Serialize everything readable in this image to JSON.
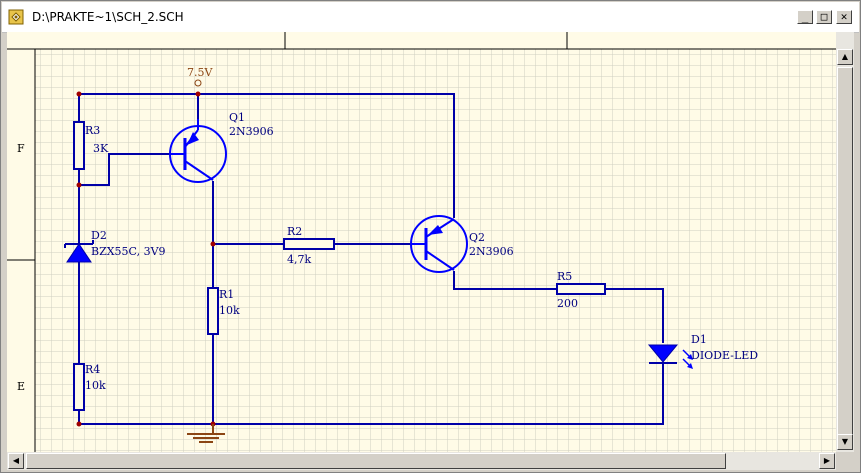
{
  "window": {
    "title": "D:\\PRAKTE~1\\SCH_2.SCH",
    "minimize_glyph": "_",
    "maximize_glyph": "□",
    "close_glyph": "✕"
  },
  "sheet": {
    "zone_labels": [
      "F",
      "E"
    ],
    "net_label": "7.5V"
  },
  "components": {
    "q1": {
      "ref": "Q1",
      "value": "2N3906"
    },
    "q2": {
      "ref": "Q2",
      "value": "2N3906"
    },
    "r1": {
      "ref": "R1",
      "value": "10k"
    },
    "r2": {
      "ref": "R2",
      "value": "4,7k"
    },
    "r3": {
      "ref": "R3",
      "value": "3K"
    },
    "r4": {
      "ref": "R4",
      "value": "10k"
    },
    "r5": {
      "ref": "R5",
      "value": "200"
    },
    "d1": {
      "ref": "D1",
      "value": "DIODE-LED"
    },
    "d2": {
      "ref": "D2",
      "value": "BZX55C, 3V9"
    }
  },
  "scrollbars": {
    "up_arrow": "▲",
    "down_arrow": "▼",
    "left_arrow": "◀",
    "right_arrow": "▶"
  },
  "colors": {
    "sheet_background": "#fffbe7",
    "grid": "#cfcfc0",
    "wire": "#0000a8",
    "component_symbol": "#0000ff",
    "power_symbol": "#8b4513"
  },
  "icons": {
    "app": "schematic-doc-icon",
    "ground": "ground-icon",
    "power_port": "power-port-icon"
  }
}
